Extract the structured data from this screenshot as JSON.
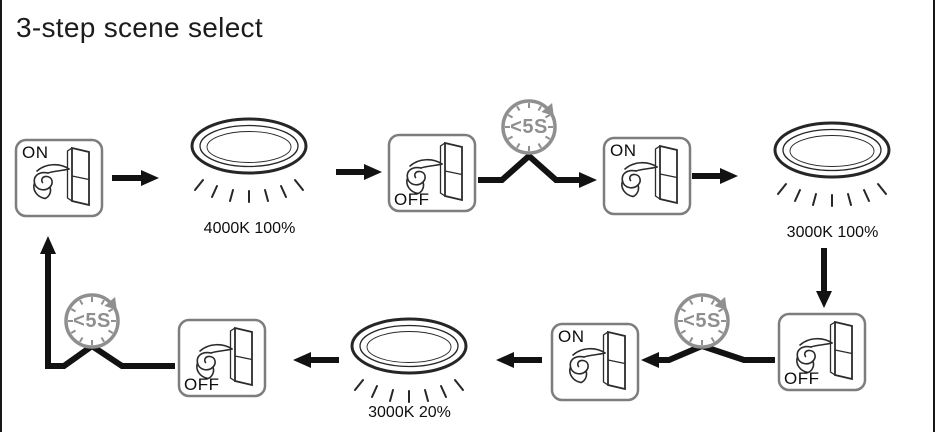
{
  "page": {
    "title": "3-step scene select"
  },
  "nodes": {
    "sw1": {
      "state": "ON"
    },
    "la1": {
      "label": "4000K 100%"
    },
    "sw2": {
      "state": "OFF"
    },
    "t1": {
      "label": "<5S"
    },
    "sw3": {
      "state": "ON"
    },
    "la2": {
      "label": "3000K 100%"
    },
    "sw4": {
      "state": "OFF"
    },
    "t2": {
      "label": "<5S"
    },
    "sw5": {
      "state": "ON"
    },
    "la3": {
      "label": "3000K 20%"
    },
    "sw6": {
      "state": "OFF"
    },
    "t3": {
      "label": "<5S"
    }
  },
  "icons": {
    "switch": "wall-switch-hand-press-icon",
    "lamp": "ceiling-light-icon",
    "timer": "clock-countdown-icon"
  },
  "colors": {
    "ink": "#121212",
    "timer_gray": "#8f8f8f",
    "switch_border": "#7d7d7d"
  }
}
